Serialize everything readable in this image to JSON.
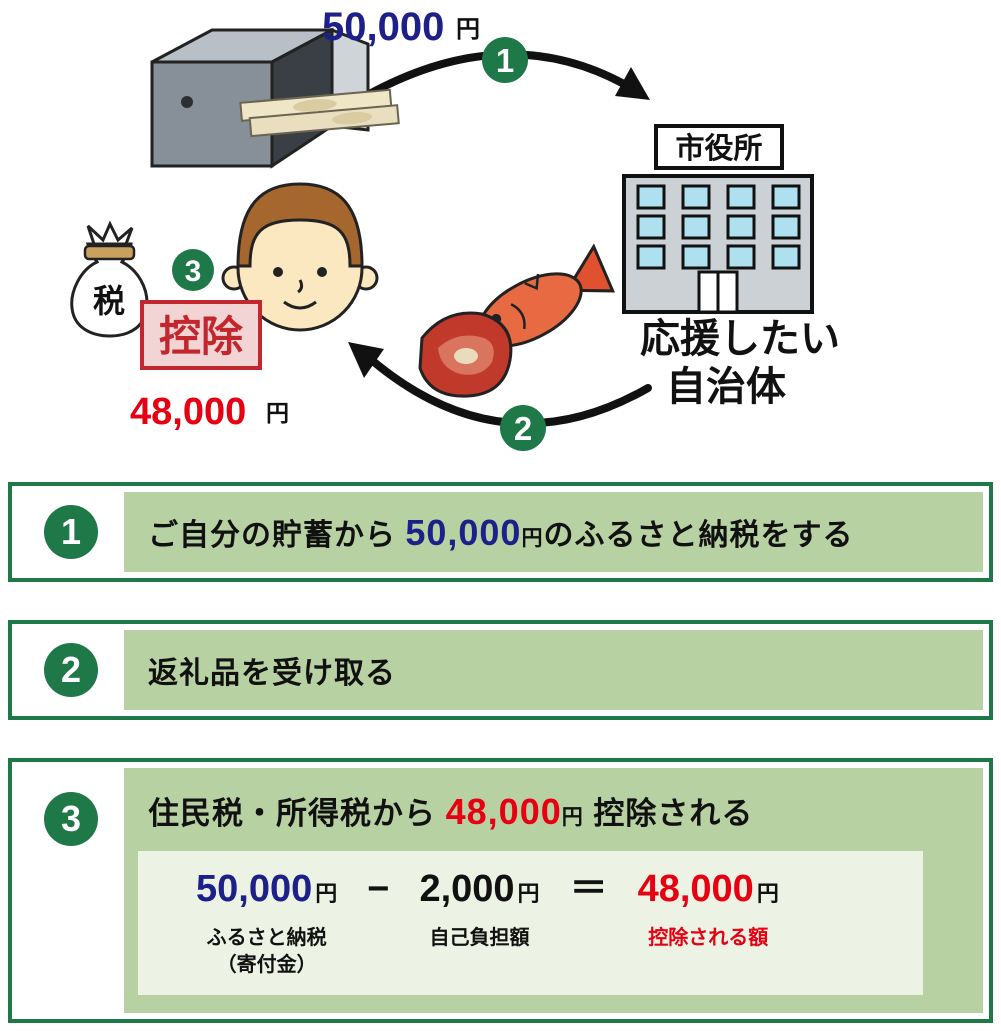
{
  "colors": {
    "green": "#1f7847",
    "green_light": "#b7d1a3",
    "panel_pale": "#ecf3e4",
    "blue": "#1d2088",
    "red": "#e60012"
  },
  "illustration": {
    "top_amount": {
      "number": "50,000",
      "unit": "円"
    },
    "badges": {
      "one": "1",
      "two": "2",
      "three": "3"
    },
    "city_hall_sign": "市役所",
    "municipality_line1": "応援したい",
    "municipality_line2": "自治体",
    "tax_bag": "税",
    "deduction_box": "控除",
    "deducted_amount": {
      "number": "48,000",
      "unit": "円"
    }
  },
  "steps": [
    {
      "number": "1",
      "parts": {
        "prefix": "ご自分の貯蓄から ",
        "amount": "50,000",
        "unit": "円",
        "suffix": "のふるさと納税をする"
      }
    },
    {
      "number": "2",
      "text": "返礼品を受け取る"
    },
    {
      "number": "3",
      "parts": {
        "prefix": "住民税・所得税から ",
        "amount": "48,000",
        "unit": "円",
        "suffix": " 控除される"
      },
      "formula": {
        "term1": {
          "number": "50,000",
          "unit": "円",
          "label_line1": "ふるさと納税",
          "label_line2": "（寄付金）"
        },
        "operator_minus": "−",
        "term2": {
          "number": "2,000",
          "unit": "円",
          "label": "自己負担額"
        },
        "operator_equals": "＝",
        "result": {
          "number": "48,000",
          "unit": "円",
          "label": "控除される額"
        }
      }
    }
  ]
}
